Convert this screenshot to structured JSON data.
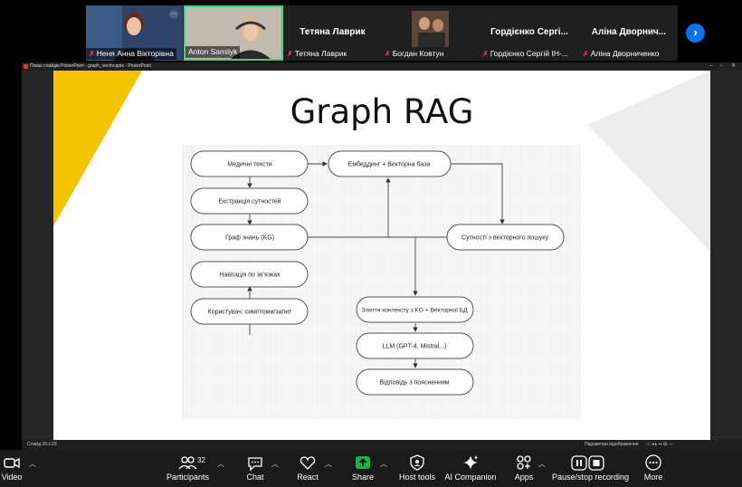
{
  "participants": [
    {
      "name": "Неня Анна Вікторівна",
      "muted": true,
      "video": true
    },
    {
      "name": "Anton Samilyk",
      "muted": false,
      "video": true
    },
    {
      "title": "Тетяна Лаврик",
      "name": "Тетяна Лаврик",
      "muted": true,
      "video": false
    },
    {
      "name": "Богдан Ковтун",
      "muted": true,
      "video": true
    },
    {
      "title": "Гордієнко Сергі...",
      "name": "Гордієнко Сергій ІН-...",
      "muted": true,
      "video": false
    },
    {
      "title": "Аліна Дворнич...",
      "name": "Аліна Дворниченко",
      "muted": true,
      "video": false
    }
  ],
  "powerpoint": {
    "title": "Показ слайдів PowerPoint - graph_vector.pptx - PowerPoint",
    "status_left": "Слайд 28 з 29",
    "status_right": "Параметри відображення"
  },
  "slide": {
    "title": "Graph RAG",
    "nodes": {
      "med_texts": "Медичні тексти",
      "entity_extraction": "Екстракція сутностей",
      "knowledge_graph": "Граф знань (KG)",
      "navigation": "Навігація по зв'язках",
      "user": "Користувач: симптоми/запит",
      "embedding": "Ембеддинг + Векторна база",
      "vector_entities": "Сутності з векторного пошуку",
      "merge": "Злиття контексту з KG + Векторної БД",
      "llm": "LLM (GPT-4, Mistral...)",
      "answer": "Відповідь з поясненням"
    }
  },
  "toolbar": {
    "video": "Video",
    "participants": "Participants",
    "participants_count": "32",
    "chat": "Chat",
    "react": "React",
    "share": "Share",
    "host_tools": "Host tools",
    "ai_companion": "AI Companion",
    "apps": "Apps",
    "recording": "Pause/stop recording",
    "more": "More"
  },
  "colors": {
    "accent_yellow": "#f5c400",
    "share_green": "#19b24a",
    "zoom_blue": "#0e72ed",
    "active_speaker": "#3ad189"
  }
}
